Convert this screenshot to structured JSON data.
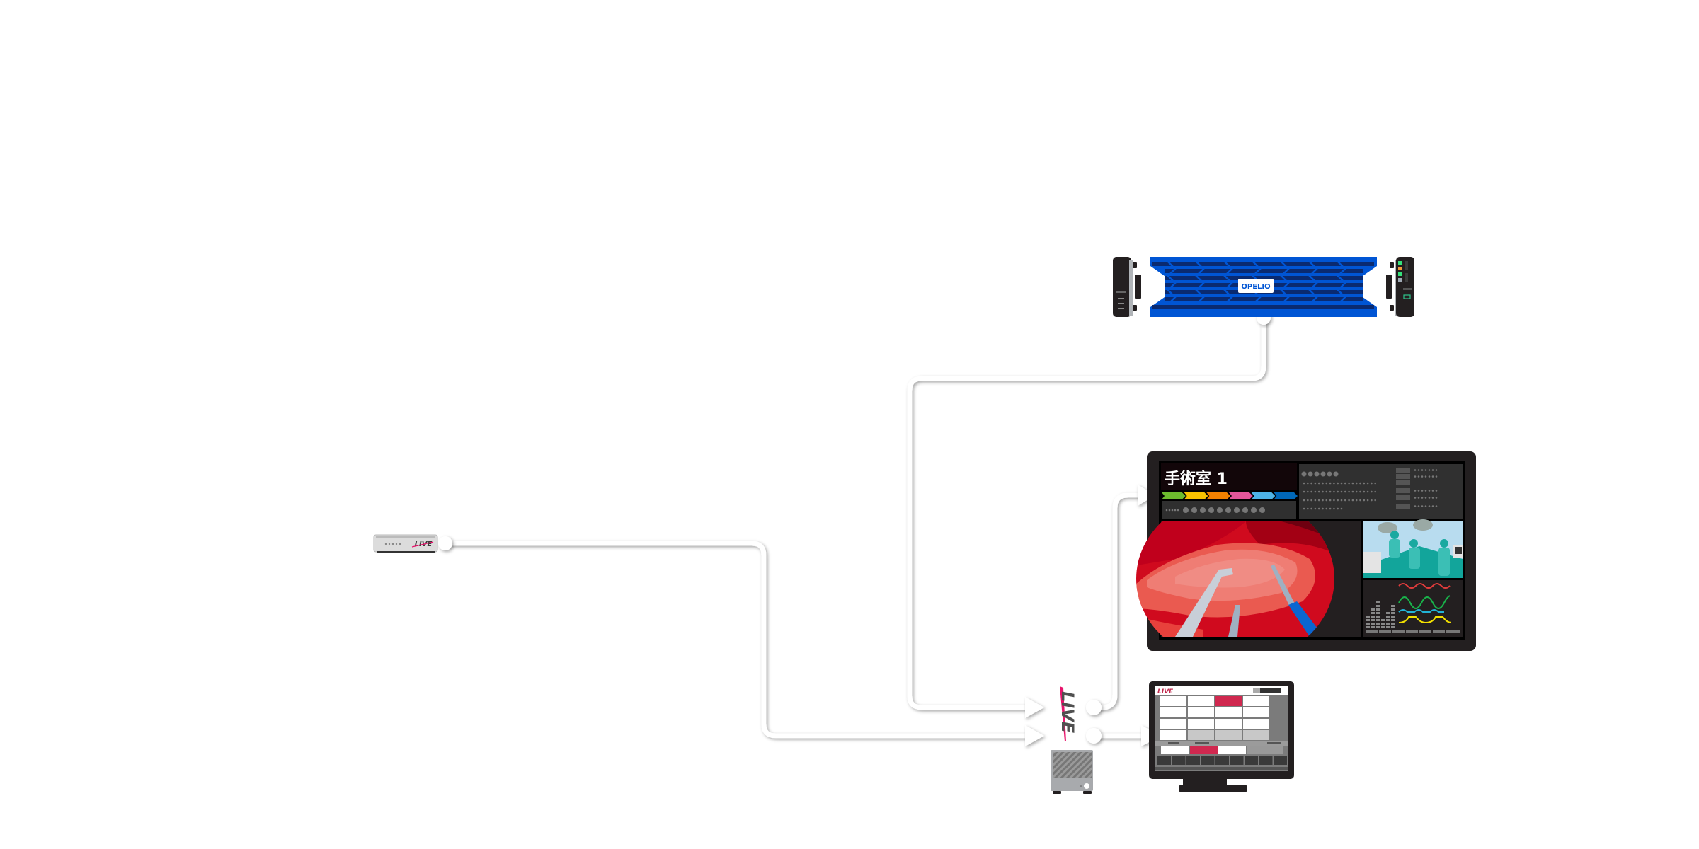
{
  "diagram": {
    "title": "",
    "nodes": {
      "server": {
        "label": "OPELIO",
        "type": "rack-server"
      },
      "encoder": {
        "label": "LIVE",
        "type": "encoder-box"
      },
      "live_app": {
        "label": "LIVE",
        "type": "live-software"
      },
      "mini_pc": {
        "label": "",
        "type": "mini-pc"
      },
      "large_monitor": {
        "type": "monitor",
        "room_title": "手術室 1",
        "progress_colors": [
          "#6cbb2e",
          "#f6c300",
          "#ef8200",
          "#e0569a",
          "#4db4e6",
          "#0068b7"
        ]
      },
      "small_monitor": {
        "label": "LIVE",
        "type": "monitor-with-stand"
      }
    },
    "connections": [
      {
        "from": "server",
        "to": "live_app",
        "label": ""
      },
      {
        "from": "encoder",
        "to": "live_app",
        "label": ""
      },
      {
        "from": "live_app",
        "to": "large_monitor",
        "label": ""
      },
      {
        "from": "live_app",
        "to": "small_monitor",
        "label": ""
      }
    ],
    "colors": {
      "server_blue": "#0055d4",
      "server_dark": "#0a2a70",
      "bezel": "#231f20",
      "accent_red": "#d0284f",
      "live_pink": "#e8146c"
    }
  }
}
